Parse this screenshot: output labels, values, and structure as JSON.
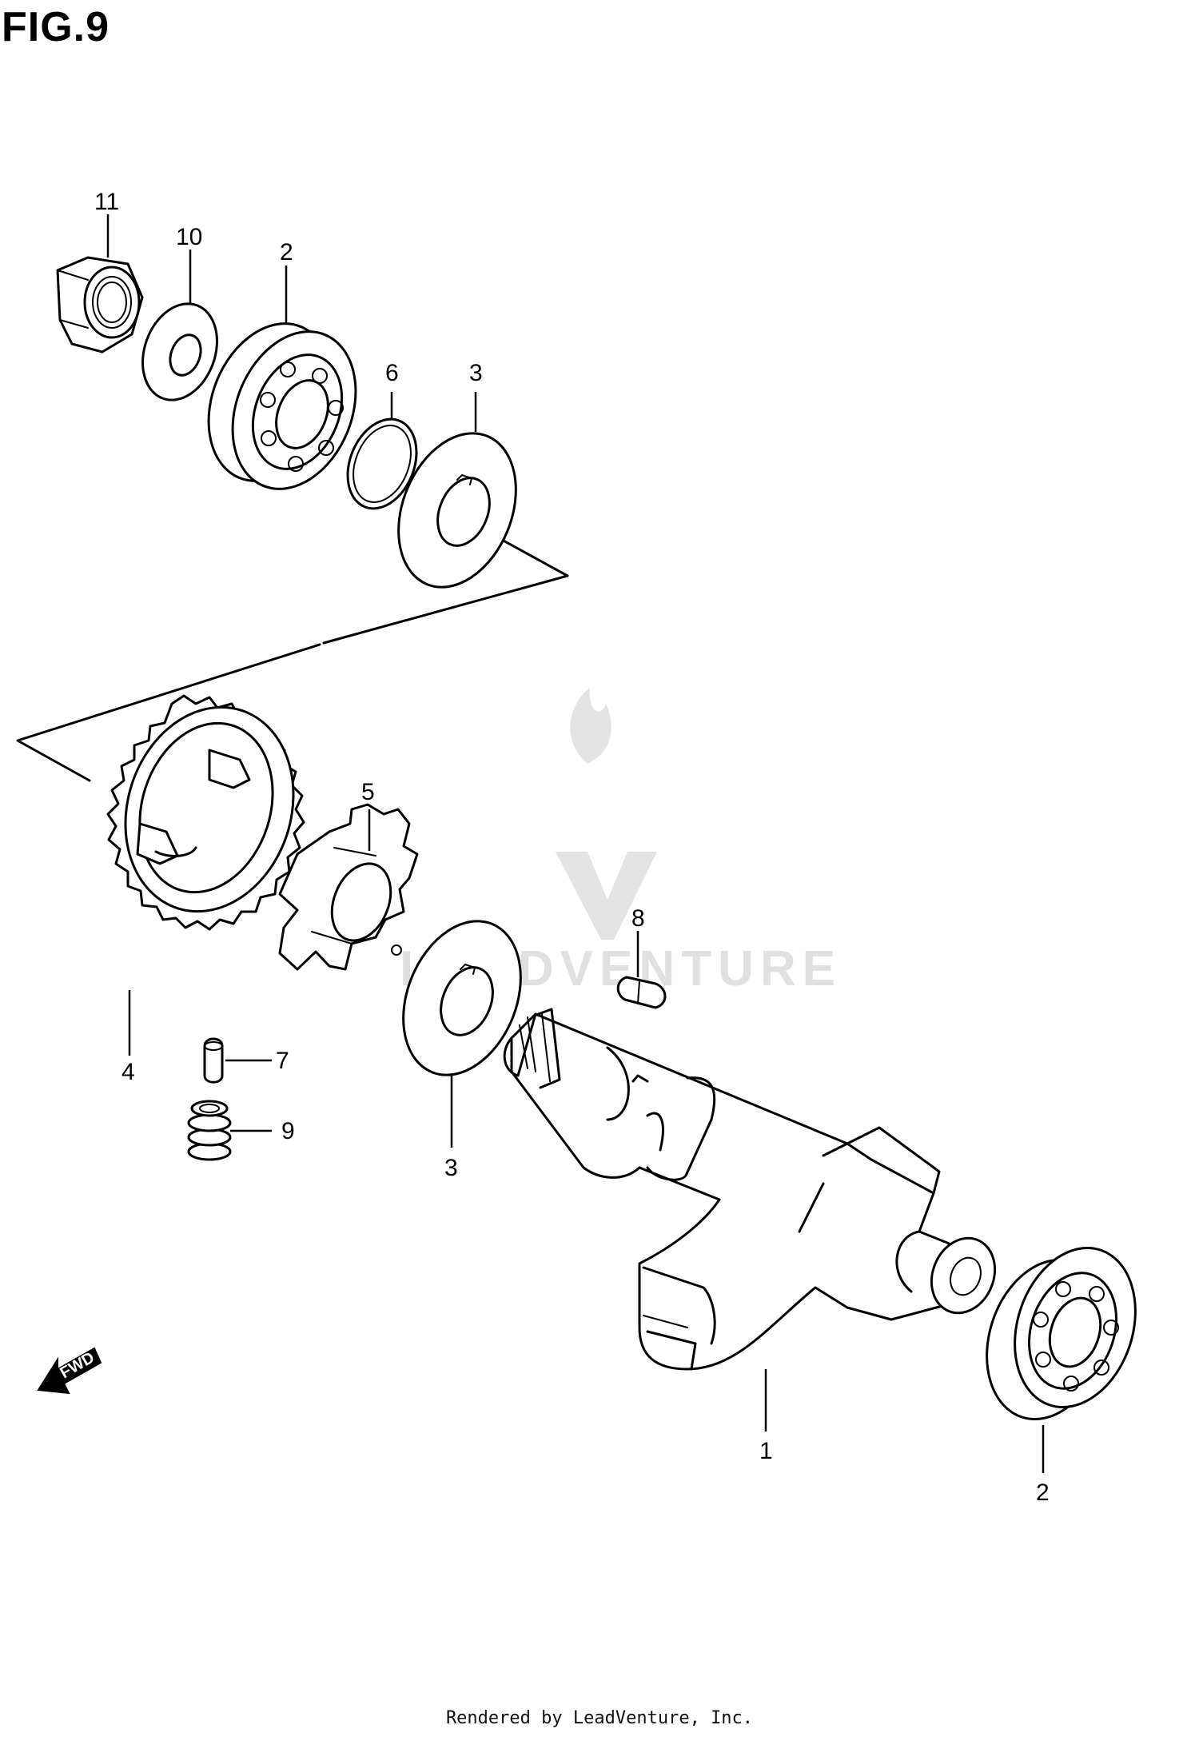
{
  "figure": {
    "title": "FIG.9"
  },
  "watermark": {
    "text": "LEADVENTURE"
  },
  "direction_marker": {
    "label": "FWD"
  },
  "callouts": [
    "11",
    "10",
    "2",
    "6",
    "3",
    "5",
    "8",
    "4",
    "7",
    "9",
    "3",
    "1",
    "2"
  ],
  "footer": {
    "text": "Rendered by LeadVenture, Inc."
  }
}
